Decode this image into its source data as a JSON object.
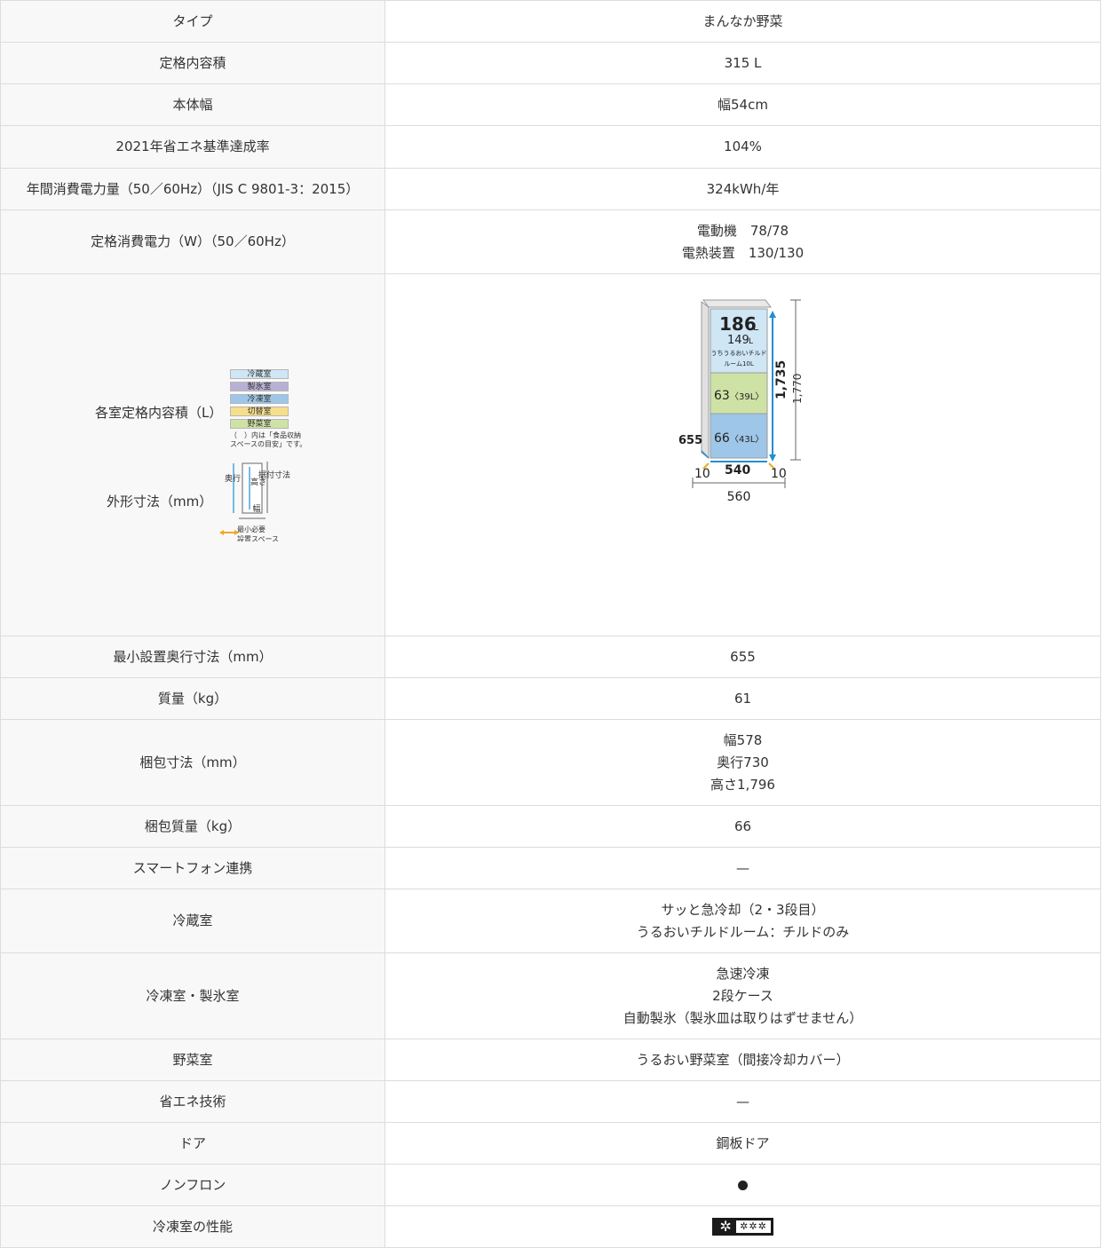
{
  "rows": {
    "type": {
      "label": "タイプ",
      "value": "まんなか野菜"
    },
    "capacity": {
      "label": "定格内容積",
      "value": "315 L"
    },
    "width": {
      "label": "本体幅",
      "value": "幅54cm"
    },
    "energy_rate": {
      "label": "2021年省エネ基準達成率",
      "value": "104%"
    },
    "annual_power": {
      "label": "年間消費電力量（50／60Hz）（JIS C 9801-3：2015）",
      "value": "324kWh/年"
    },
    "rated_power": {
      "label": "定格消費電力（W）（50／60Hz）",
      "lines": [
        "電動機　78/78",
        "電熱装置　130/130"
      ]
    },
    "room_capacity": {
      "label": "各室定格内容積（L）",
      "label2": "外形寸法（mm）"
    },
    "min_depth": {
      "label": "最小設置奥行寸法（mm）",
      "value": "655"
    },
    "mass": {
      "label": "質量（kg）",
      "value": "61"
    },
    "pack_dims": {
      "label": "梱包寸法（mm）",
      "lines": [
        "幅578",
        "奥行730",
        "高さ1,796"
      ]
    },
    "pack_mass": {
      "label": "梱包質量（kg）",
      "value": "66"
    },
    "smartphone": {
      "label": "スマートフォン連携",
      "value": "—"
    },
    "fridge": {
      "label": "冷蔵室",
      "lines": [
        "サッと急冷却（2・3段目）",
        "うるおいチルドルーム：チルドのみ"
      ]
    },
    "freezer": {
      "label": "冷凍室・製氷室",
      "lines": [
        "急速冷凍",
        "2段ケース",
        "自動製氷（製氷皿は取りはずせません）"
      ]
    },
    "vegetable": {
      "label": "野菜室",
      "value": "うるおい野菜室（間接冷却カバー）"
    },
    "eco_tech": {
      "label": "省エネ技術",
      "value": "—"
    },
    "door": {
      "label": "ドア",
      "value": "鋼板ドア"
    },
    "nonfreon": {
      "label": "ノンフロン",
      "value": "●"
    },
    "freezer_perf": {
      "label": "冷凍室の性能",
      "badge_left": "✲",
      "badge_right": "✲✲✲"
    }
  },
  "legend": {
    "items": [
      {
        "label": "冷蔵室",
        "color": "#cfe6f5"
      },
      {
        "label": "製氷室",
        "color": "#b8b0d4"
      },
      {
        "label": "冷凍室",
        "color": "#9ec6e8"
      },
      {
        "label": "切替室",
        "color": "#f7df8a"
      },
      {
        "label": "野菜室",
        "color": "#cfe2a6"
      }
    ],
    "note1": "（　）内は「食品収納",
    "note2": "スペースの目安」です。",
    "depth_label": "奥行",
    "height_label": "高さ",
    "width_label": "幅",
    "install_label": "据付寸法",
    "min_space1": "最小必要",
    "min_space2": "設置スペース"
  },
  "diagram": {
    "fridge_main": "186",
    "unit_L": "L",
    "chilled": "149",
    "chilled_note1": "うちうるおいチルド",
    "chilled_note2": "ルーム10L",
    "vegetable_cap": "63",
    "vegetable_paren": "〈39L〉",
    "freezer_cap": "66",
    "freezer_paren": "〈43L〉",
    "height_body": "1,735",
    "height_install": "1,770",
    "depth": "655",
    "width_body": "540",
    "side_gap_left": "10",
    "side_gap_right": "10",
    "width_install": "560"
  },
  "colors": {
    "fridge": "#cfe6f5",
    "vegetable": "#cfe2a6",
    "freezer": "#9ec6e8",
    "accent_blue": "#1e90d6",
    "accent_orange": "#f2a81d",
    "label_bg": "#f8f8f8",
    "border": "#dcdcdc"
  }
}
